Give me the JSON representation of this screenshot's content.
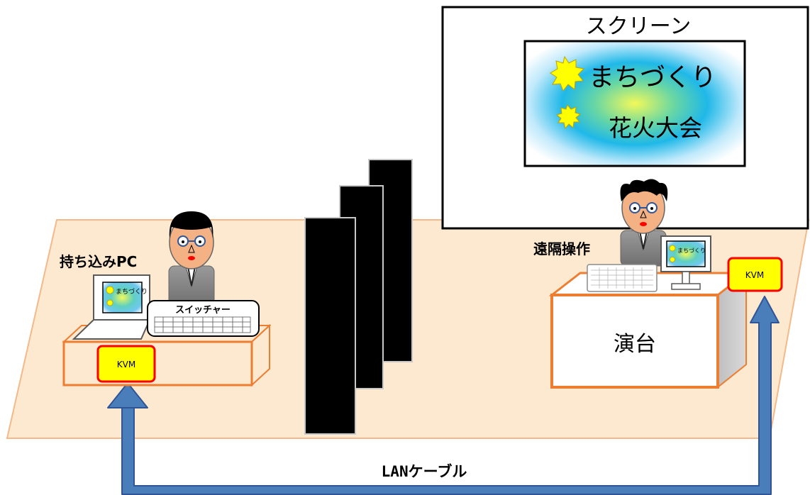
{
  "screen": {
    "title": "スクリーン",
    "slide_line1": "まちづくり",
    "slide_line2": "花火大会"
  },
  "left_station": {
    "label": "持ち込みPC",
    "laptop_screen_text": "まちづくり",
    "switcher_label": "スイッチャー",
    "kvm_label": "KVM"
  },
  "right_station": {
    "label": "遠隔操作",
    "monitor_screen_text": "まちづくり",
    "podium_label": "演台",
    "kvm_label": "KVM"
  },
  "cable": {
    "label": "LANケーブル"
  },
  "colors": {
    "floor_fill": "#fde9cf",
    "floor_stroke": "#f3b98a",
    "desk_border": "#ed7d31",
    "kvm_fill": "#ffff00",
    "kvm_border": "#ff0000",
    "cable_fill": "#4a7ebb",
    "cable_stroke": "#2f5597",
    "partition": "#000000",
    "suit": "#8c8c8c",
    "face": "#f4b183"
  }
}
